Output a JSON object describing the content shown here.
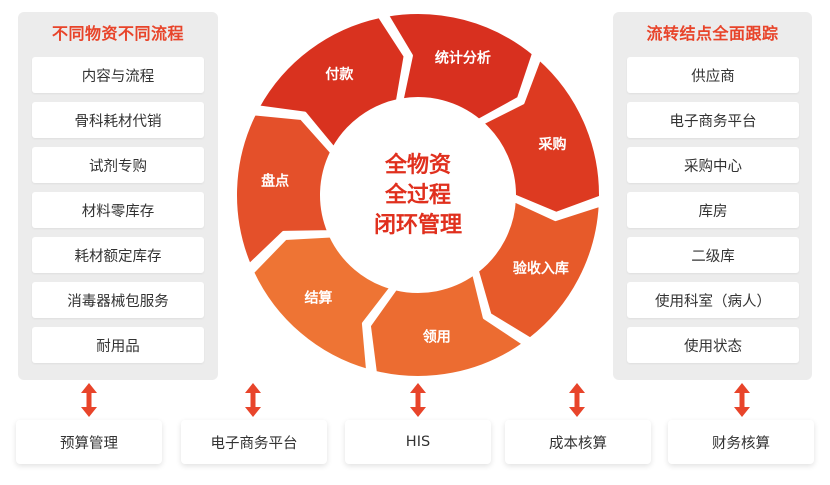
{
  "left_panel": {
    "title": "不同物资不同流程",
    "items": [
      "内容与流程",
      "骨科耗材代销",
      "试剂专购",
      "材料零库存",
      "耗材额定库存",
      "消毒器械包服务",
      "耐用品"
    ]
  },
  "right_panel": {
    "title": "流转结点全面跟踪",
    "items": [
      "供应商",
      "电子商务平台",
      "采购中心",
      "库房",
      "二级库",
      "使用科室（病人）",
      "使用状态"
    ]
  },
  "cycle": {
    "center_lines": [
      "全物资",
      "全过程",
      "闭环管理"
    ],
    "segments": [
      "统计分析",
      "采购",
      "验收入库",
      "领用",
      "结算",
      "盘点",
      "付款"
    ]
  },
  "bottom": {
    "items": [
      "预算管理",
      "电子商务平台",
      "HIS",
      "成本核算",
      "财务核算"
    ]
  },
  "colors": {
    "accent": "#e8442a",
    "segment_dark": "#d9301f",
    "segment_light": "#f07a3a",
    "panel_bg": "#ececec"
  },
  "icons": {
    "arrow": "double-arrow-vertical-icon"
  }
}
